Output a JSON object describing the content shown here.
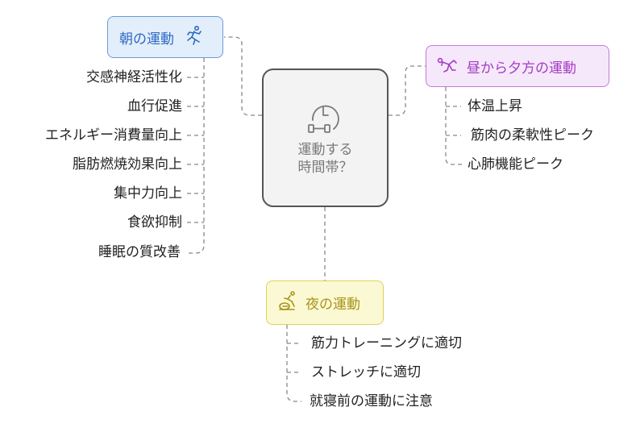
{
  "center": {
    "label": "運動する\n時間帯？",
    "icon": "clock-dumbbell-icon"
  },
  "morning": {
    "label": "朝の運動",
    "icon": "running-person-icon",
    "color": "#2d6ac4",
    "items": [
      "交感神経活性化",
      "血行促進",
      "エネルギー消費量向上",
      "脂肪燃焼効果向上",
      "集中力向上",
      "食欲抑制",
      "睡眠の質改善"
    ]
  },
  "afternoon": {
    "label": "昼から夕方の運動",
    "icon": "stretching-person-icon",
    "color": "#a43cc4",
    "items": [
      "体温上昇",
      "筋肉の柔軟性ピーク",
      "心肺機能ピーク"
    ]
  },
  "night": {
    "label": "夜の運動",
    "icon": "exercise-bike-icon",
    "color": "#a89418",
    "items": [
      "筋力トレーニングに適切",
      "ストレッチに適切",
      "就寝前の運動に注意"
    ]
  }
}
